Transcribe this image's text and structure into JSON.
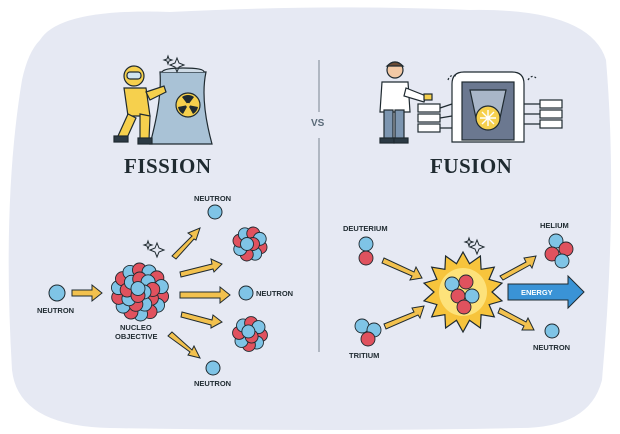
{
  "fission": {
    "title": "FISSION",
    "labels": {
      "neutron_in": "NEUTRON",
      "nucleo": [
        "NUCLEO",
        "OBJECTIVE"
      ],
      "neutron_top": "NEUTRON",
      "neutron_mid": "NEUTRON",
      "neutron_bottom": "NEUTRON"
    }
  },
  "vs": "VS",
  "fusion": {
    "title": "FUSION",
    "labels": {
      "deuterium": "DEUTERIUM",
      "tritium": "TRITIUM",
      "helium": "HELIUM",
      "energy": "ENERGY",
      "neutron": "NEUTRON"
    }
  },
  "colors": {
    "background_blob": "#e6e9f3",
    "proton": "#e0525e",
    "neutron": "#7fc4e6",
    "arrow": "#f2c14e",
    "energy_arrow": "#3a93d6",
    "explosion": "#f7c43c",
    "outline": "#1f2a30"
  }
}
